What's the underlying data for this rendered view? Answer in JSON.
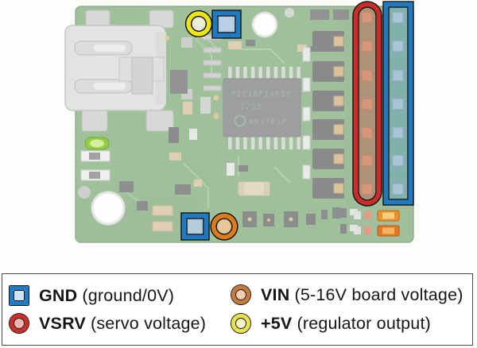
{
  "colors": {
    "gnd_blue": "#1e7ac4",
    "vsrv_red": "#cd2b28",
    "vin_orange": "#de7a1c",
    "plus5v_yellow": "#f0e312",
    "legend_vin_ring": "#c5793b",
    "legend_plus5v_ring": "#e7e24c",
    "legend_gnd_fill": "#cfe5f4",
    "legend_vsrv_fill": "#f1b5ad",
    "legend_vin_fill": "#f3cdaa",
    "legend_plus5v_fill": "#f9f9c6",
    "pcb_green": "#55904f",
    "led_orange": "#f58a1e"
  },
  "board": {
    "chip_marking_line1": "PIC18F14K50",
    "chip_marking_line2": "-I/SS",
    "chip_marking_line3": "0937E1P",
    "vsrv_column_pad_count": 7,
    "gnd_column_pad_count": 7,
    "signal_pad_count": 6,
    "status_led_count": 2
  },
  "legend": {
    "items": [
      {
        "id": "gnd",
        "label": "GND",
        "desc": "(ground/0V)",
        "shape": "square"
      },
      {
        "id": "vsrv",
        "label": "VSRV",
        "desc": "(servo voltage)",
        "shape": "circle"
      },
      {
        "id": "vin",
        "label": "VIN",
        "desc": "(5-16V board voltage)",
        "shape": "circle"
      },
      {
        "id": "plus5v",
        "label": "+5V",
        "desc": "(regulator output)",
        "shape": "circle"
      }
    ]
  }
}
